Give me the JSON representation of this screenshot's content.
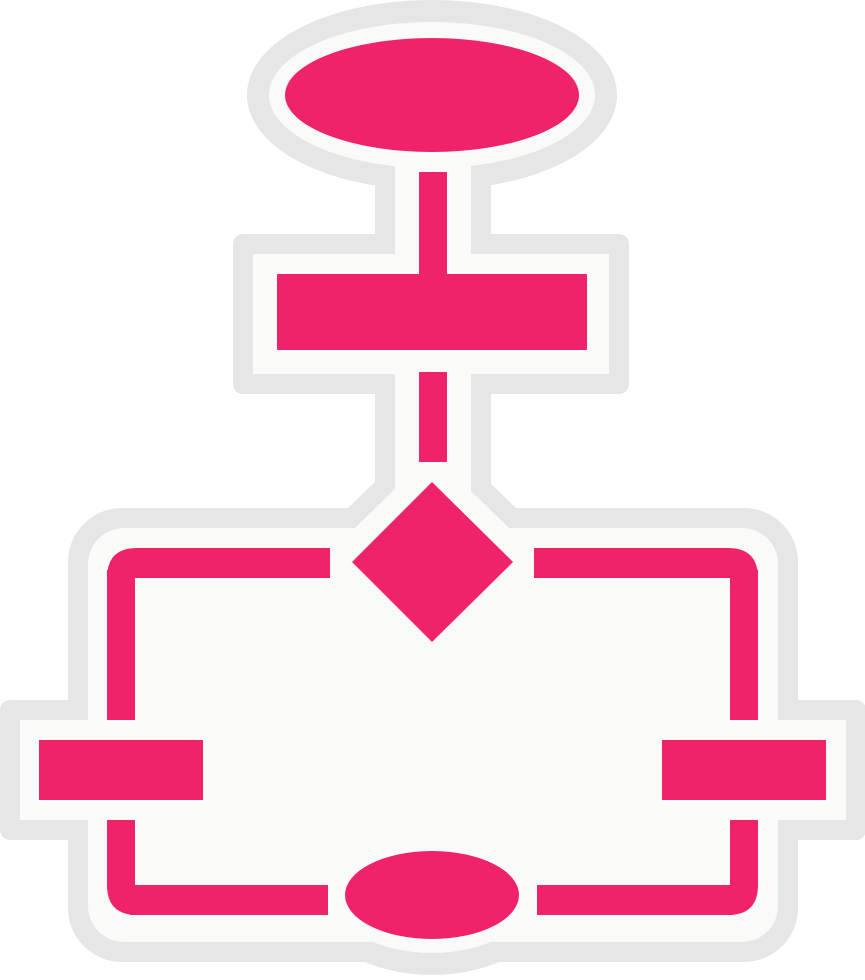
{
  "icon": {
    "name": "flowchart-icon",
    "style": "sticker",
    "colors": {
      "shape_fill": "#f0226c",
      "sticker_fill": "#fafaf9",
      "sticker_outline": "#e6e6e6",
      "background": "#ffffff"
    },
    "shapes": [
      "start-ellipse",
      "process-rectangle",
      "decision-diamond",
      "left-process-rectangle",
      "right-process-rectangle",
      "end-ellipse"
    ]
  }
}
